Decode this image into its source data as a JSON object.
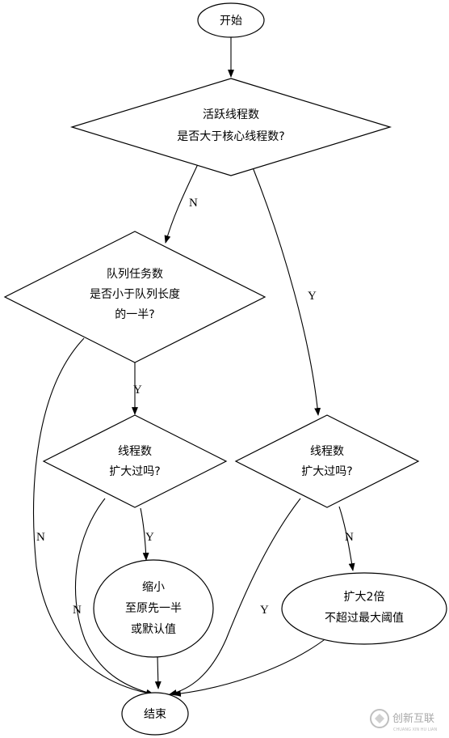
{
  "nodes": {
    "start": {
      "lines": [
        "开始"
      ]
    },
    "q_active": {
      "lines": [
        "活跃线程数",
        "是否大于核心线程数?"
      ]
    },
    "q_queue": {
      "lines": [
        "队列任务数",
        "是否小于队列长度",
        "的一半?"
      ]
    },
    "q_expanded_left": {
      "lines": [
        "线程数",
        "扩大过吗?"
      ]
    },
    "q_expanded_right": {
      "lines": [
        "线程数",
        "扩大过吗?"
      ]
    },
    "shrink": {
      "lines": [
        "缩小",
        "至原先一半",
        "或默认值"
      ]
    },
    "expand": {
      "lines": [
        "扩大2倍",
        "不超过最大阈值"
      ]
    },
    "end": {
      "lines": [
        "结束"
      ]
    }
  },
  "edges": {
    "active_no": "N",
    "active_yes": "Y",
    "queue_yes": "Y",
    "queue_no": "N",
    "left_yes": "Y",
    "left_no": "N",
    "right_yes": "Y",
    "right_no": "N"
  },
  "watermark": {
    "text": "创新互联",
    "sub": "CHUANG XIN HU LIAN"
  }
}
